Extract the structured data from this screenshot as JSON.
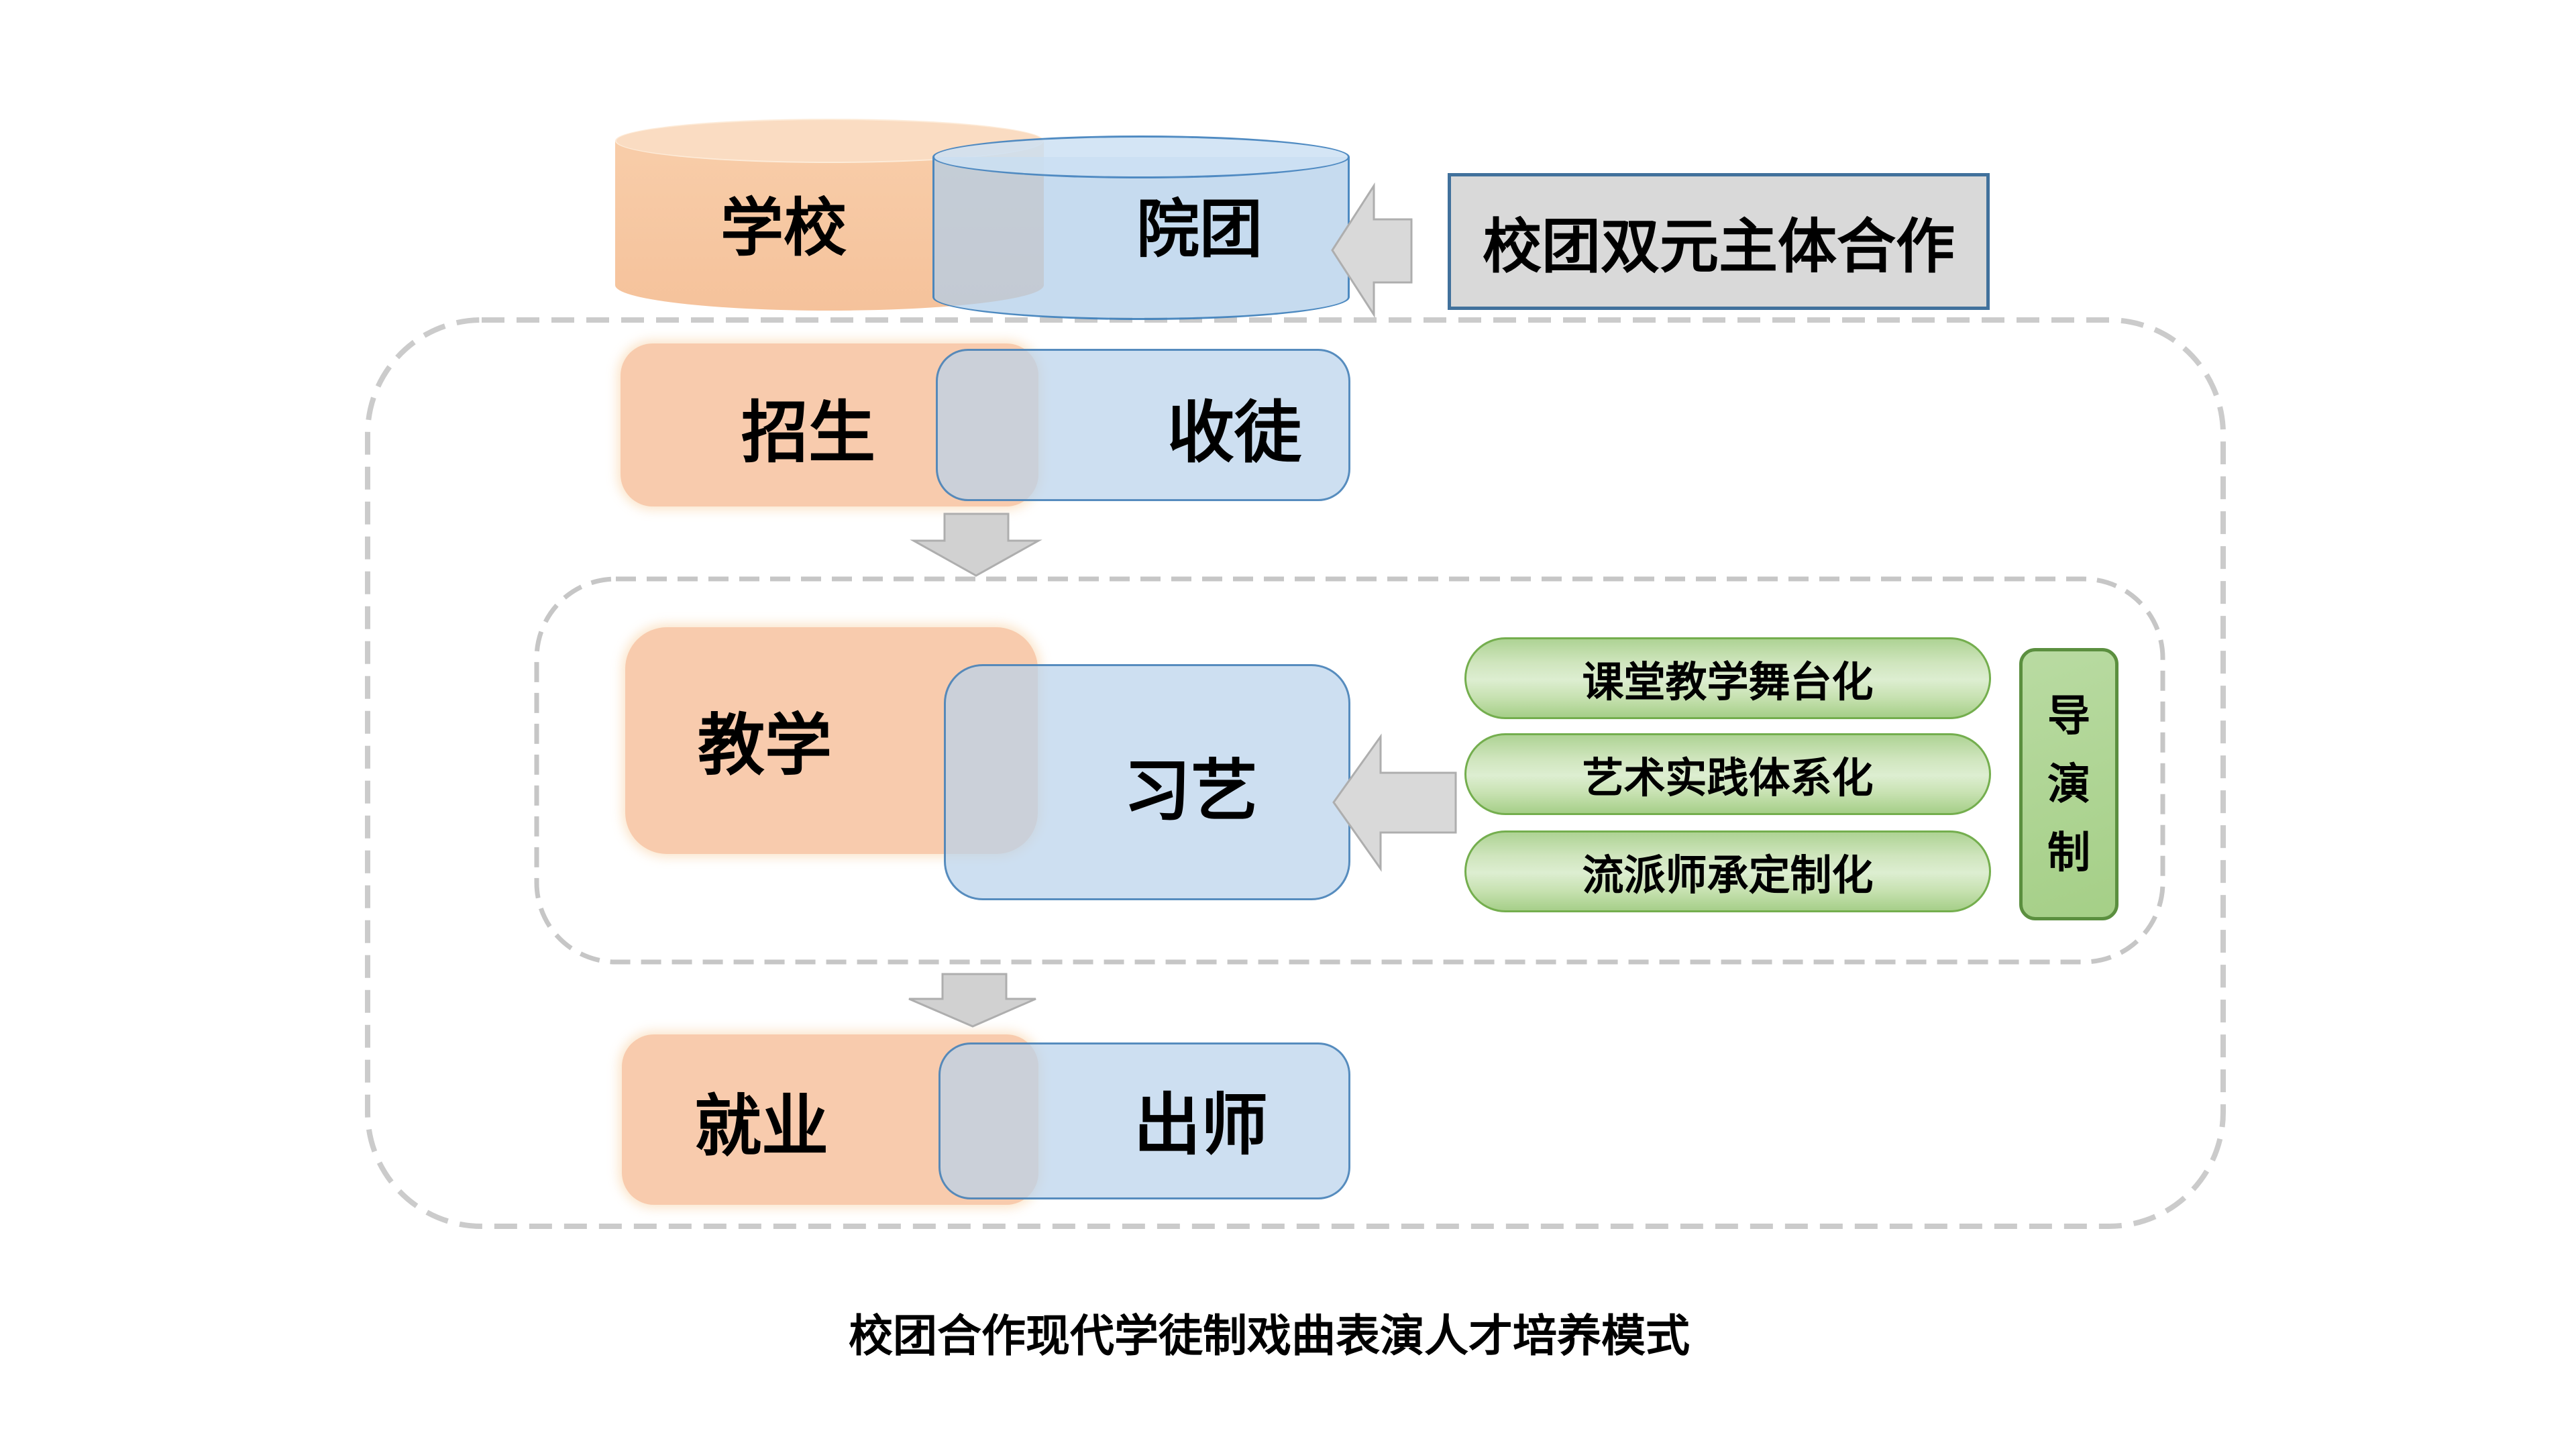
{
  "header": {
    "school_cylinder_label": "学校",
    "troupe_cylinder_label": "院团",
    "cooperation_box_label": "校团双元主体合作"
  },
  "process_rows": [
    {
      "school_side": "招生",
      "troupe_side": "收徒"
    },
    {
      "school_side": "教学",
      "troupe_side": "习艺"
    },
    {
      "school_side": "就业",
      "troupe_side": "出师"
    }
  ],
  "teaching_methods": [
    "课堂教学舞台化",
    "艺术实践体系化",
    "流派师承定制化"
  ],
  "director_system_label": "导演制",
  "caption": "校团合作现代学徒制戏曲表演人才培养模式",
  "colors": {
    "school_orange": "#F8CBAD",
    "troupe_blue": "#BDD7EE",
    "troupe_blue_border": "#2E75B6",
    "method_green": "#A9D18E",
    "method_green_border": "#70AD47",
    "director_green_border": "#5B8F3F",
    "cooperation_gray_fill": "#D9D9D9",
    "cooperation_gray_border": "#41719C",
    "arrow_gray": "#D9D9D9",
    "dashed_border_gray": "#C9C9C9"
  }
}
